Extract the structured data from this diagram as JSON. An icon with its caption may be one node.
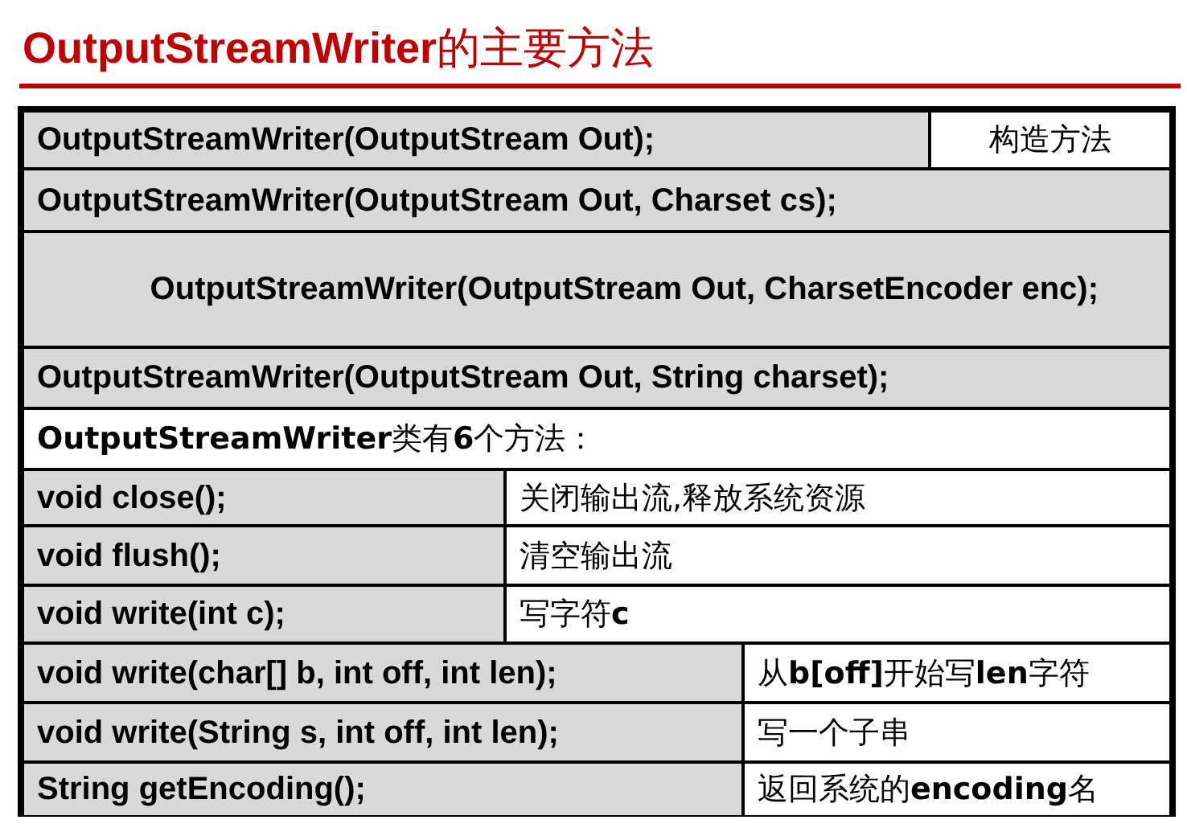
{
  "diagram": {
    "title": "**OutputStreamWriter**的主要方法",
    "labels": [
      "OutputStreamWriter(OutputStream Out);",
      "构造方法",
      "OutputStreamWriter(OutputStream Out, Charset cs);",
      "OutputStreamWriter(OutputStream Out, CharsetEncoder enc);",
      "OutputStreamWriter(OutputStream Out, String charset);",
      "**OutputStreamWriter**类有**6**个方法：",
      "void close();",
      "关闭输出流,释放系统资源",
      "void flush();",
      "清空输出流",
      "void write(int c);",
      "写字符**c**",
      "void write(char[] b, int off, int len);",
      "从**b[off]**开始写**len**字符",
      "void write(String s, int off, int len);",
      "写一个子串",
      "String getEncoding();",
      "返回系统的**encoding**名"
    ]
  }
}
